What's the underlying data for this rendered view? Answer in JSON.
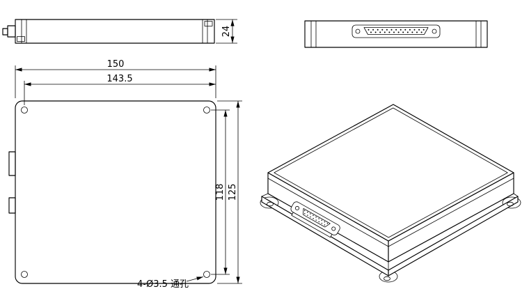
{
  "drawing": {
    "background": "#ffffff",
    "line_color": "#000000",
    "dimensions": {
      "overall_width": "150",
      "hole_span_width": "143.5",
      "hole_span_height": "118",
      "overall_height": "125",
      "thickness": "24",
      "hole_callout": "4-Ø3.5 通孔"
    }
  }
}
